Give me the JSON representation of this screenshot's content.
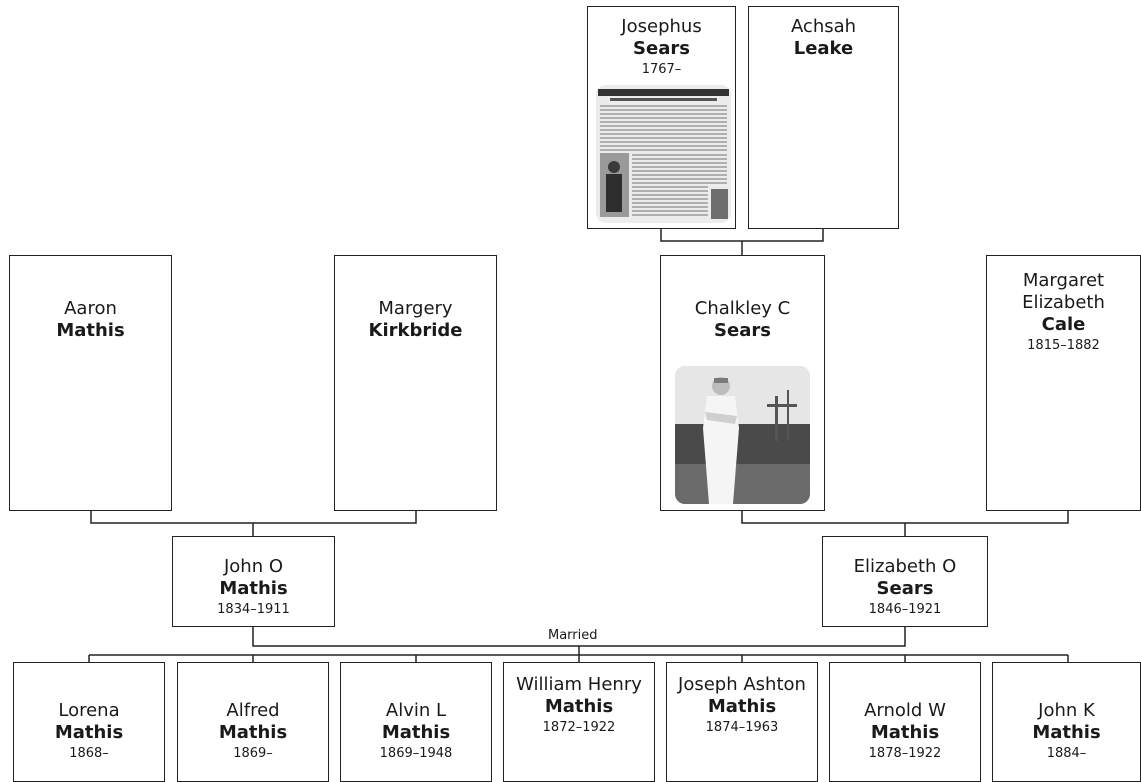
{
  "marriage_label": "Married",
  "people": {
    "josephus": {
      "given": "Josephus",
      "surname": "Sears",
      "years": "1767–",
      "photo": "newspaper-clipping"
    },
    "achsah": {
      "given": "Achsah",
      "surname": "Leake",
      "years": ""
    },
    "aaron": {
      "given": "Aaron",
      "surname": "Mathis",
      "years": ""
    },
    "margery": {
      "given": "Margery",
      "surname": "Kirkbride",
      "years": ""
    },
    "chalkley": {
      "given": "Chalkley C",
      "surname": "Sears",
      "years": "",
      "photo": "man-in-white-apron"
    },
    "margaret": {
      "given": "Margaret Elizabeth",
      "surname": "Cale",
      "years": "1815–1882"
    },
    "johno": {
      "given": "John O",
      "surname": "Mathis",
      "years": "1834–1911"
    },
    "elizo": {
      "given": "Elizabeth O",
      "surname": "Sears",
      "years": "1846–1921"
    }
  },
  "children": [
    {
      "given": "Lorena",
      "surname": "Mathis",
      "years": "1868–"
    },
    {
      "given": "Alfred",
      "surname": "Mathis",
      "years": "1869–"
    },
    {
      "given": "Alvin L",
      "surname": "Mathis",
      "years": "1869–1948"
    },
    {
      "given": "William Henry",
      "surname": "Mathis",
      "years": "1872–1922"
    },
    {
      "given": "Joseph Ashton",
      "surname": "Mathis",
      "years": "1874–1963"
    },
    {
      "given": "Arnold W",
      "surname": "Mathis",
      "years": "1878–1922"
    },
    {
      "given": "John K",
      "surname": "Mathis",
      "years": "1884–"
    }
  ]
}
